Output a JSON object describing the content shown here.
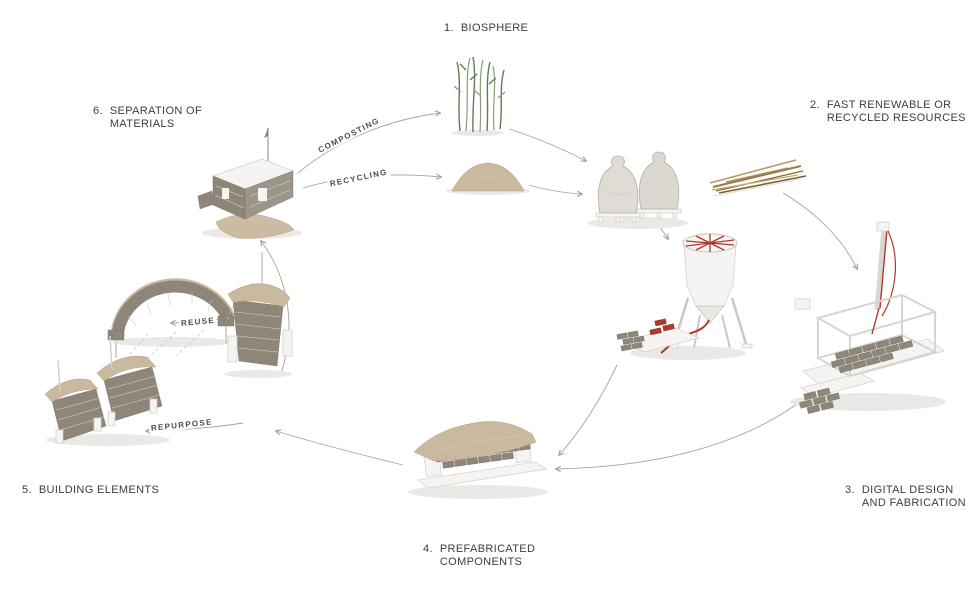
{
  "stages": [
    {
      "number": "1.",
      "line1": "BIOSPHERE",
      "line2": ""
    },
    {
      "number": "2.",
      "line1": "FAST RENEWABLE OR",
      "line2": "RECYCLED RESOURCES"
    },
    {
      "number": "3.",
      "line1": "DIGITAL DESIGN",
      "line2": "AND FABRICATION"
    },
    {
      "number": "4.",
      "line1": "PREFABRICATED",
      "line2": "COMPONENTS"
    },
    {
      "number": "5.",
      "line1": "BUILDING ELEMENTS",
      "line2": ""
    },
    {
      "number": "6.",
      "line1": "SEPARATION OF",
      "line2": "MATERIALS"
    }
  ],
  "flow_labels": {
    "composting": "COMPOSTING",
    "recycling": "RECYCLING",
    "reuse": "REUSE",
    "repurpose": "REPURPOSE"
  },
  "illustrations": [
    "biosphere-plants",
    "soil-pile",
    "material-bags",
    "straw-reeds",
    "mixer-machine",
    "fabrication-machine",
    "prefab-component",
    "building-elements-arch-and-walls",
    "separation-building"
  ],
  "colors": {
    "plant_green": "#5f7d4d",
    "soil_tan": "#c9b99f",
    "machine_red": "#ad3a2c",
    "structure_gray": "#8d8679",
    "arrow_gray": "#a6a39d",
    "text_color": "#3d3d3d"
  }
}
